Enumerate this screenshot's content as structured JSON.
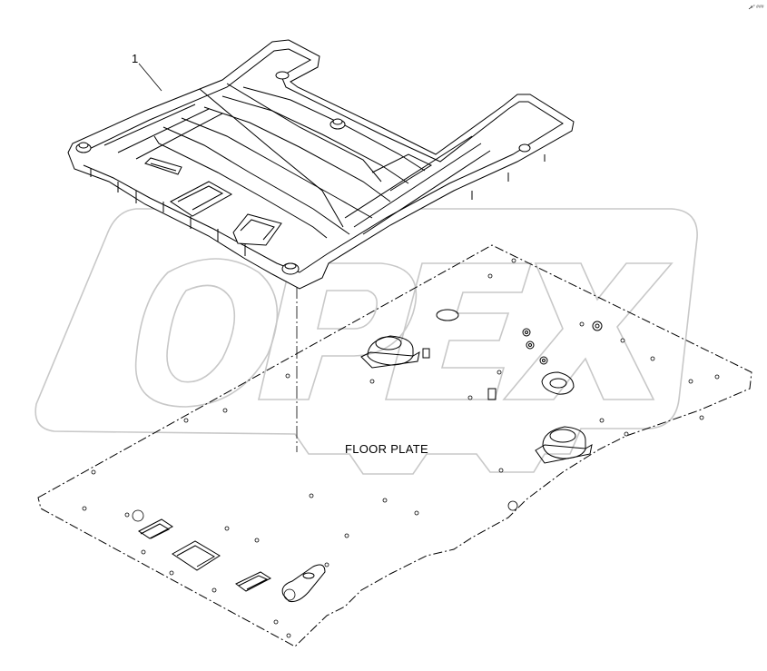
{
  "diagram": {
    "part_number_label": "1",
    "floor_plate_label": "FLOOR PLATE",
    "watermark_text": "OPEX",
    "corner_code": "e° ###",
    "colors": {
      "line": "#000000",
      "watermark": "#c8c8c8",
      "background": "#ffffff"
    }
  }
}
